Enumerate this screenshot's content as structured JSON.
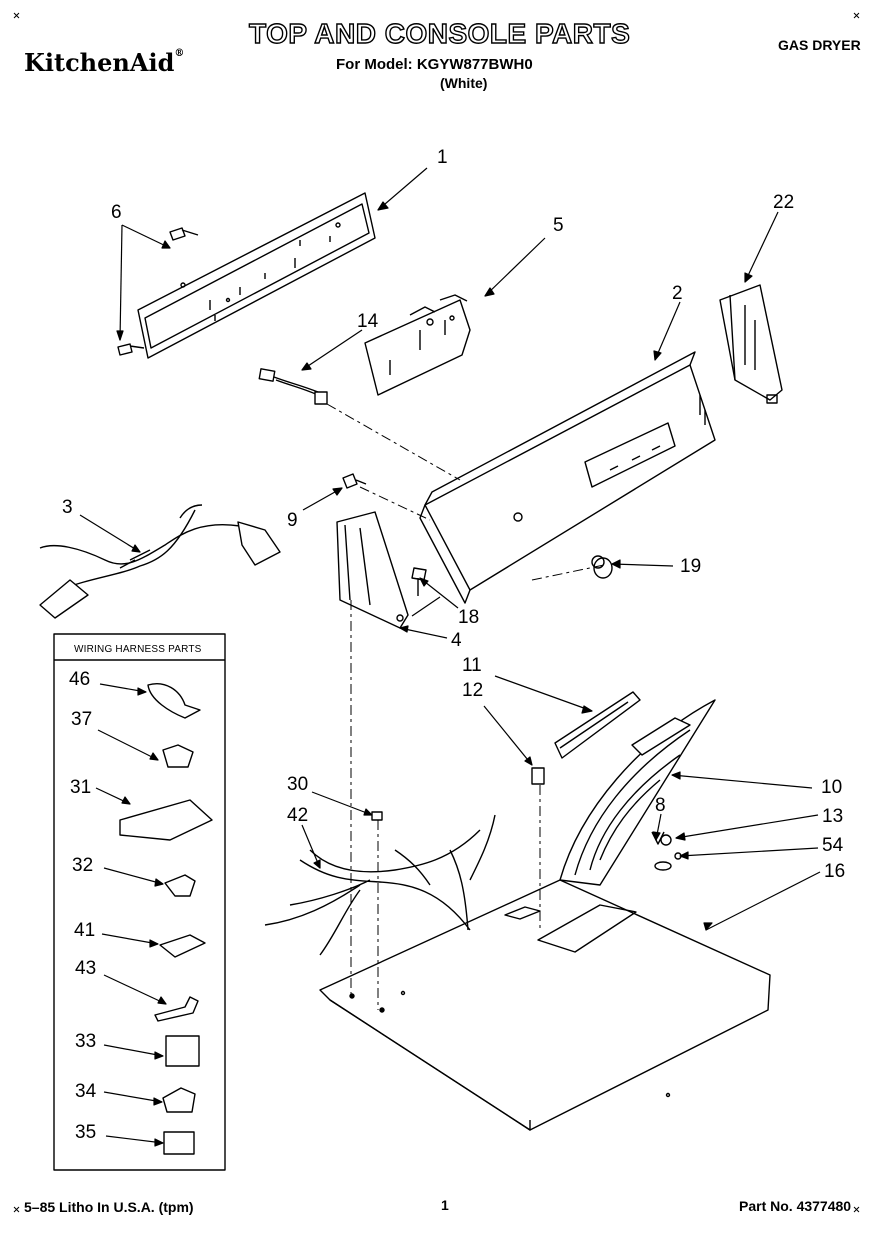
{
  "header": {
    "title": "TOP AND CONSOLE PARTS",
    "brand": "KitchenAid",
    "brand_mark": "®",
    "model_line": "For Model: KGYW877BWH0",
    "color_line": "(White)",
    "product": "GAS DRYER"
  },
  "inset": {
    "title": "WIRING HARNESS PARTS"
  },
  "callouts": {
    "c1": "1",
    "c2": "2",
    "c3": "3",
    "c4": "4",
    "c5": "5",
    "c6": "6",
    "c8": "8",
    "c9": "9",
    "c10": "10",
    "c11": "11",
    "c12": "12",
    "c13": "13",
    "c14": "14",
    "c16": "16",
    "c18": "18",
    "c19": "19",
    "c22": "22",
    "c30": "30",
    "c31": "31",
    "c32": "32",
    "c33": "33",
    "c34": "34",
    "c35": "35",
    "c37": "37",
    "c41": "41",
    "c42": "42",
    "c43": "43",
    "c46": "46",
    "c54": "54"
  },
  "footer": {
    "litho": "5–85 Litho In U.S.A. (tpm)",
    "page": "1",
    "part_no": "Part No. 4377480"
  }
}
